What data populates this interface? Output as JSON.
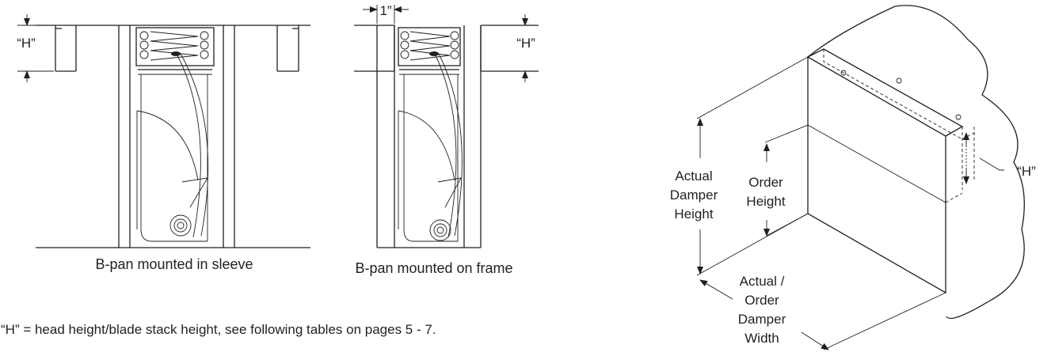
{
  "left_figure": {
    "h_label": "“H”",
    "caption": "B-pan mounted in sleeve"
  },
  "middle_figure": {
    "one_inch_label": "1”",
    "h_label": "“H”",
    "caption": "B-pan mounted on frame"
  },
  "note": "“H”  = head height/blade stack height, see following tables on pages 5 - 7.",
  "iso_figure": {
    "actual_height_lines": [
      "Actual",
      "Damper",
      "Height"
    ],
    "order_height_lines": [
      "Order",
      "Height"
    ],
    "h_label": "“H”",
    "width_lines": [
      "Actual /",
      "Order",
      "Damper",
      "Width"
    ]
  }
}
